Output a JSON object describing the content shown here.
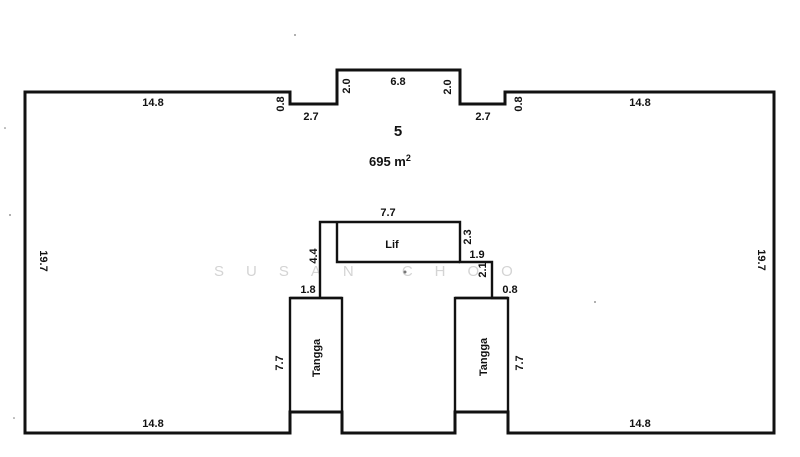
{
  "floor_plan": {
    "room_number": "5",
    "area_value": "695 m",
    "area_unit_sup": "2",
    "watermark": "SUSAN CHOO",
    "rooms": {
      "lift": "Lif",
      "stair_left": "Tangga",
      "stair_right": "Tangga"
    },
    "dimensions": {
      "top_left_wall": "14.8",
      "top_right_wall": "14.8",
      "bottom_left_wall": "14.8",
      "bottom_right_wall": "14.8",
      "left_wall": "19.7",
      "right_wall": "19.7",
      "notch_step_left": "0.8",
      "notch_step_right": "0.8",
      "notch_ledge_left": "2.7",
      "notch_ledge_right": "2.7",
      "notch_side_left": "2.0",
      "notch_side_right": "2.0",
      "notch_top": "6.8",
      "core_top": "7.7",
      "core_left_side": "4.4",
      "core_right_upper": "2.3",
      "core_right_ledge": "1.9",
      "core_right_lower": "2.1",
      "core_left_ledge": "1.8",
      "core_right_step": "0.8",
      "stair_left_height": "7.7",
      "stair_right_height": "7.7"
    }
  }
}
